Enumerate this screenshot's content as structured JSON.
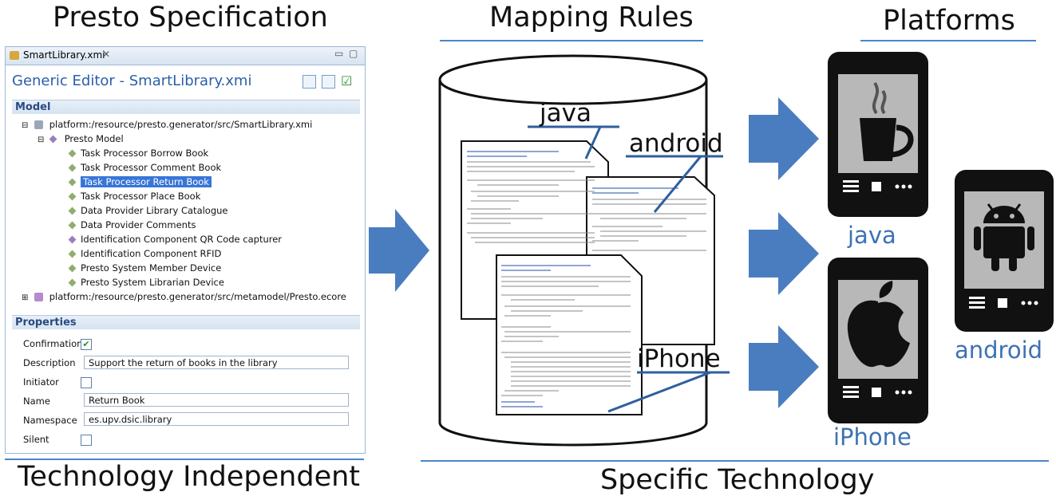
{
  "headers": {
    "presto": "Presto Specification",
    "mapping": "Mapping Rules",
    "platforms": "Platforms",
    "tech_independent": "Technology Independent",
    "specific_tech": "Specific Technology"
  },
  "editor": {
    "tab_name": "SmartLibrary.xmi",
    "title": "Generic Editor - SmartLibrary.xmi",
    "model_section": "Model",
    "properties_section": "Properties",
    "tree": {
      "root": "platform:/resource/presto.generator/src/SmartLibrary.xmi",
      "model": "Presto Model",
      "items": [
        "Task Processor Borrow Book",
        "Task Processor Comment Book",
        "Task Processor Return Book",
        "Task Processor Place Book",
        "Data Provider Library Catalogue",
        "Data Provider Comments",
        "Identification Component QR Code capturer",
        "Identification Component RFID",
        "Presto System Member Device",
        "Presto System Librarian Device"
      ],
      "ecore": "platform:/resource/presto.generator/src/metamodel/Presto.ecore"
    },
    "properties": {
      "confirmation_label": "Confirmation",
      "description_label": "Description",
      "description_value": "Support the return of books in the library",
      "initiator_label": "Initiator",
      "name_label": "Name",
      "name_value": "Return Book",
      "namespace_label": "Namespace",
      "namespace_value": "es.upv.dsic.library",
      "silent_label": "Silent"
    }
  },
  "rules": {
    "java": "java",
    "android": "android",
    "iphone": "iPhone"
  },
  "platform_labels": {
    "java": "java",
    "android": "android",
    "iphone": "iPhone"
  },
  "colors": {
    "accent_blue": "#4a7dbf",
    "label_blue": "#3d72b4",
    "phone_body": "#111111",
    "screen_grey": "#b8b8b8"
  }
}
